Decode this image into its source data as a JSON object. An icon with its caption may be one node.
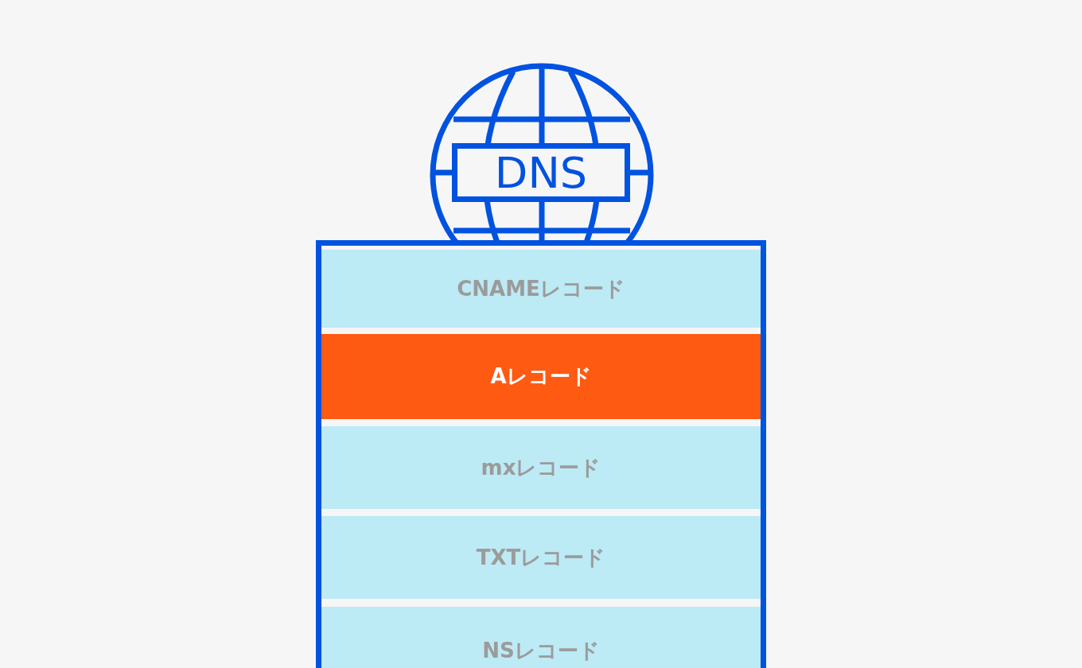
{
  "diagram": {
    "nodes": [
      {
        "text": [
          "DNS"
        ]
      },
      {
        "text": [],
        "shape": "box"
      },
      {
        "text": [
          "CNAMEレコード"
        ],
        "in": 1
      },
      {
        "text": [
          "Aレコード"
        ],
        "in": 1
      },
      {
        "text": [
          "mxレコード"
        ],
        "in": 1
      },
      {
        "text": [
          "TXTレコード"
        ],
        "in": 1
      },
      {
        "text": [
          "NSレコード"
        ],
        "in": 1
      }
    ]
  }
}
